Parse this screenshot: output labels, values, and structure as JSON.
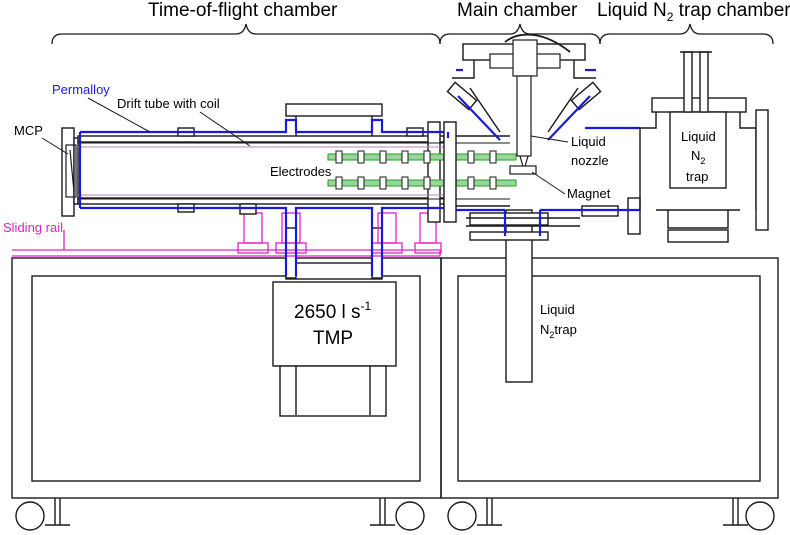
{
  "headers": {
    "tof": "Time-of-flight chamber",
    "main": "Main chamber",
    "trap": "Liquid N",
    "trap_sub": "2",
    "trap_tail": " trap chamber"
  },
  "labels": {
    "permalloy": "Permalloy",
    "mcp": "MCP",
    "drift_tube": "Drift tube with coil",
    "electrodes": "Electrodes",
    "liquid_nozzle_1": "Liquid",
    "liquid_nozzle_2": "nozzle",
    "magnet": "Magnet",
    "sliding_rail": "Sliding rail",
    "tmp_1": "2650 l s",
    "tmp_sup": "-1",
    "tmp_2": "TMP",
    "trap_1": "Liquid",
    "trap_2": "N",
    "trap_2_sub": "2",
    "trap_3": "trap",
    "trap_box_1": "Liquid",
    "trap_box_2": "N",
    "trap_box_sub": "2",
    "trap_box_3": "trap"
  },
  "colors": {
    "permalloy": "#1a1adb",
    "sliding_rail": "#e020c8",
    "electrodes": "#22a022",
    "drift_coil": "#c080c0",
    "line": "#1a1a1a"
  }
}
